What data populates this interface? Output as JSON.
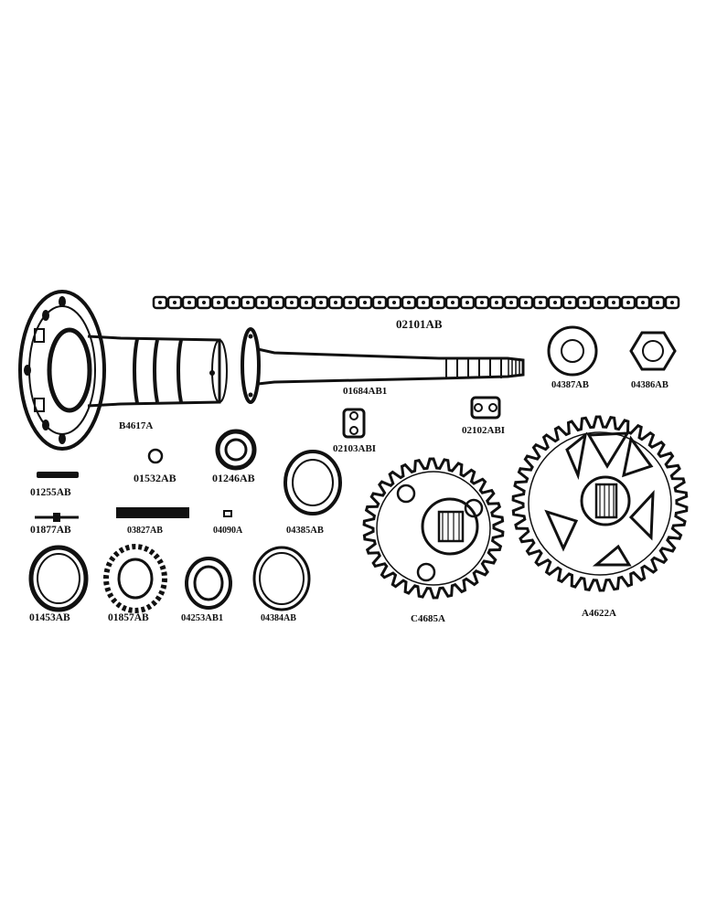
{
  "diagram": {
    "colors": {
      "ink": "#111111",
      "paper": "#ffffff"
    },
    "labels": {
      "chain": "02101AB",
      "hub": "B4617A",
      "axle": "01684AB1",
      "washer": "04387AB",
      "nut": "04386AB",
      "connector_link_right": "02102ABI",
      "connector_link_left": "02103ABI",
      "ring": "01532AB",
      "bearing_cone": "01246AB",
      "spring": "01255AB",
      "pin": "01877AB",
      "key": "03827AB",
      "small_part": "04090A",
      "seal_retainer": "04385AB",
      "bearing_cup": "01453AB",
      "roller_bearing": "01857AB",
      "bushing": "04253AB1",
      "seal_ring": "04384AB",
      "small_sprocket": "C4685A",
      "large_sprocket": "A4622A"
    }
  }
}
